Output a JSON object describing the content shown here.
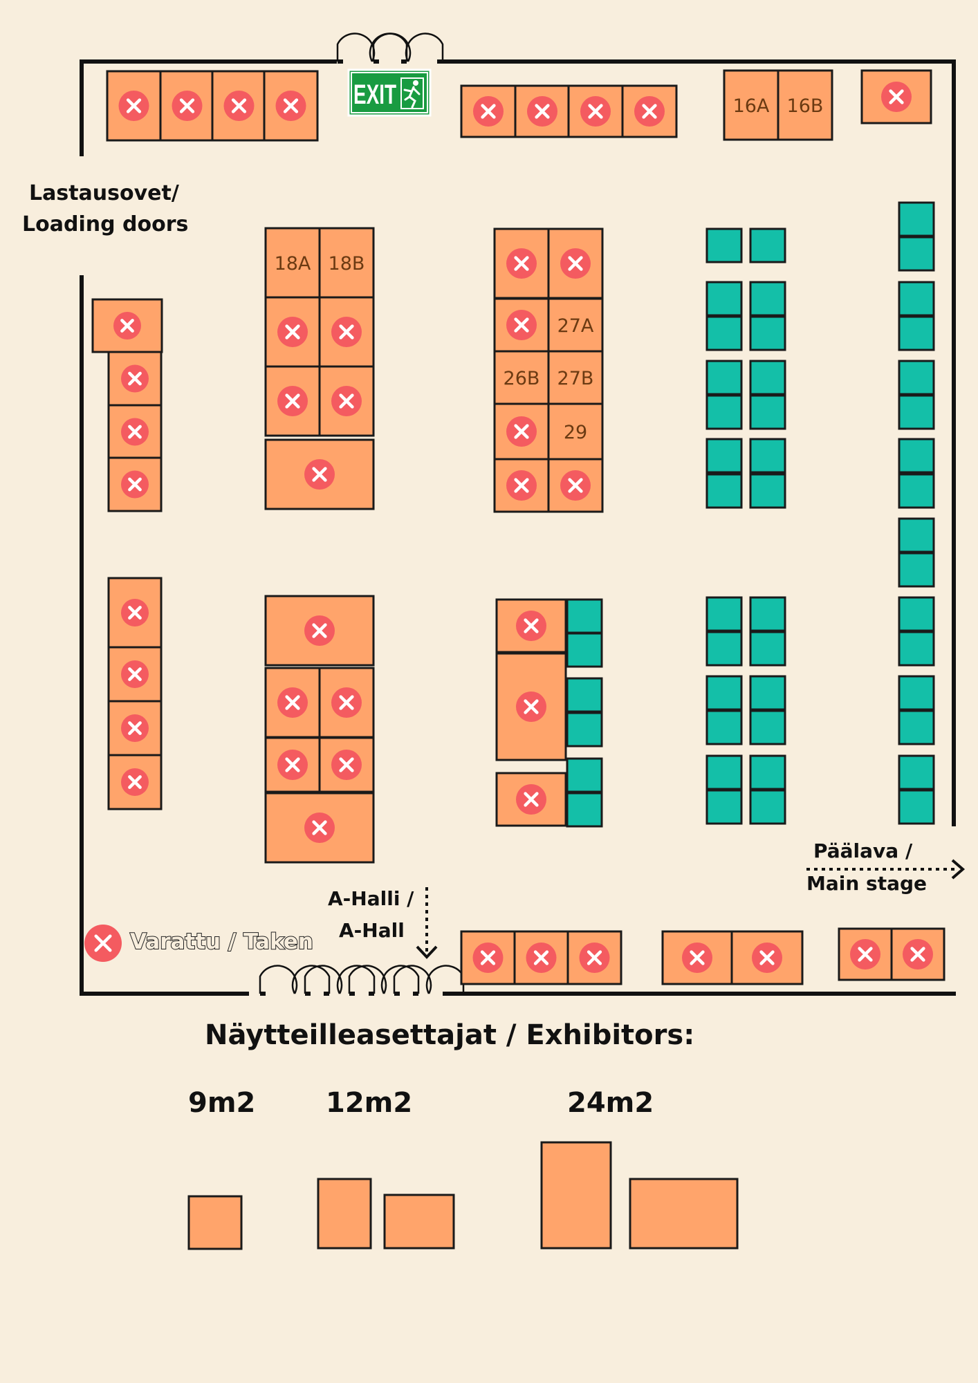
{
  "colors": {
    "background": "#f8eedd",
    "booth_fill": "#ffa46b",
    "booth_stroke": "#1a1a1a",
    "taken_marker": "#f45b60",
    "small_booth_fill": "#14bfa8",
    "exit_sign": "#199b41",
    "wall": "#111111"
  },
  "labels": {
    "loading_doors_fi": "Lastausovet/",
    "loading_doors_en": "Loading doors",
    "main_stage_fi": "Päälava /",
    "main_stage_en": "Main stage",
    "a_hall_fi": "A-Halli /",
    "a_hall_en": "A-Hall",
    "legend_taken": "Varattu / Taken",
    "exit": "EXIT",
    "exhibitors_title": "Näytteilleasettajat / Exhibitors:",
    "size_9": "9m2",
    "size_12": "12m2",
    "size_24": "24m2"
  },
  "booth_numbers": {
    "b16a": "16A",
    "b16b": "16B",
    "b18a": "18A",
    "b18b": "18B",
    "b27a": "27A",
    "b26b": "26B",
    "b27b": "27B",
    "b29": "29"
  },
  "icons": {
    "taken": "x-circle-icon",
    "exit": "running-man-icon",
    "door": "double-door-icon",
    "arrow": "arrow-icon"
  }
}
